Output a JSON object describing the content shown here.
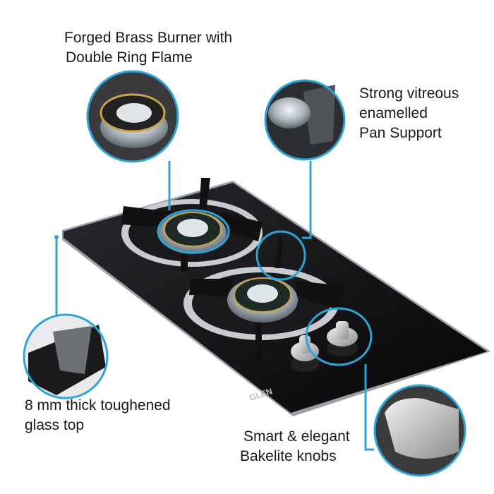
{
  "brand": "GLEN",
  "accent_color": "#2ea3d6",
  "callouts": {
    "burner": {
      "line1": "Forged Brass Burner with",
      "line2": "Double Ring Flame"
    },
    "pan_support": {
      "line1": "Strong vitreous",
      "line2": "enamelled",
      "line3": "Pan Support"
    },
    "glass": {
      "line1": "8 mm thick toughened",
      "line2": "glass top"
    },
    "knobs": {
      "line1": "Smart & elegant",
      "line2": "Bakelite knobs"
    }
  }
}
